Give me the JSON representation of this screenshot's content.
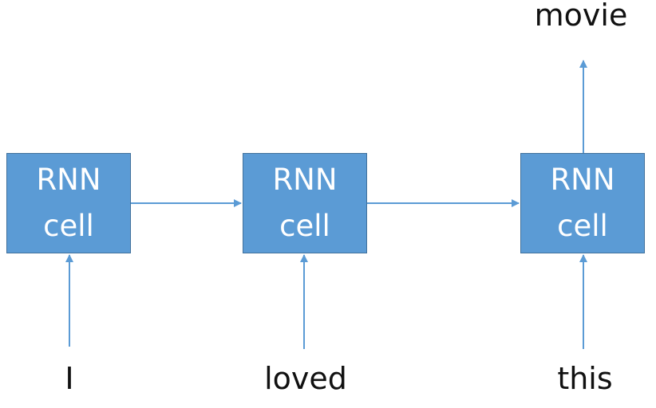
{
  "diagram": {
    "cells": [
      {
        "line1": "RNN",
        "line2": "cell"
      },
      {
        "line1": "RNN",
        "line2": "cell"
      },
      {
        "line1": "RNN",
        "line2": "cell"
      }
    ],
    "inputs": [
      "I",
      "loved",
      "this"
    ],
    "output": "movie"
  },
  "colors": {
    "cell_fill": "#5b9bd5",
    "cell_border": "#41719c",
    "arrow": "#5b9bd5",
    "text": "#111111"
  }
}
